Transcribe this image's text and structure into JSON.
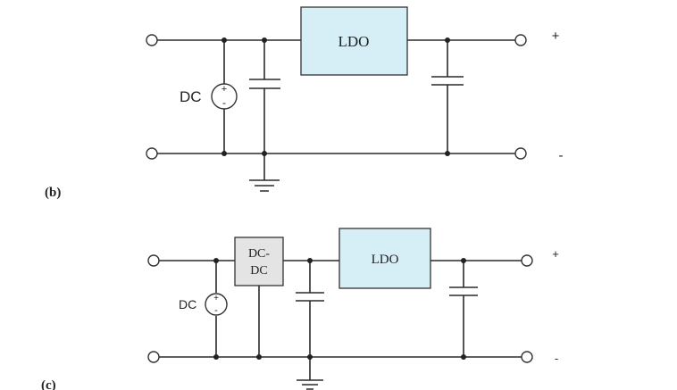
{
  "diagram_b": {
    "label": "(b)",
    "ldo_label": "LDO",
    "source_label": "DC",
    "plus_sign": "+",
    "minus_sign": "-",
    "source_plus": "+",
    "source_minus": "-"
  },
  "diagram_c": {
    "label": "(c)",
    "dcdc_line1": "DC-",
    "dcdc_line2": "DC",
    "ldo_label": "LDO",
    "source_label": "DC",
    "plus_sign": "+",
    "minus_sign": "-",
    "source_plus": "+",
    "source_minus": "-"
  }
}
